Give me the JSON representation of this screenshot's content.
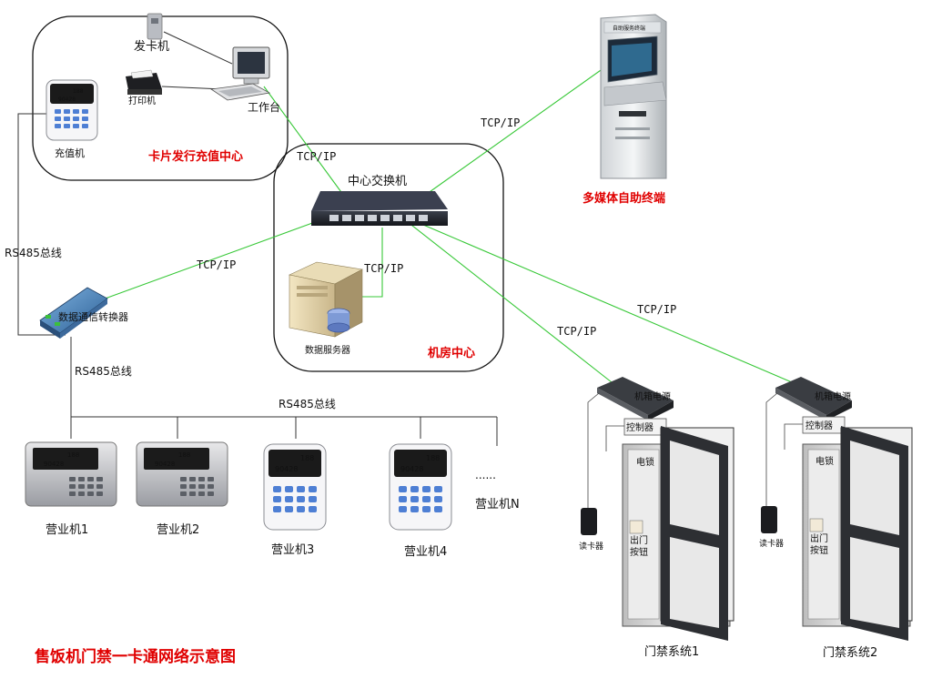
{
  "title": "售饭机门禁一卡通网络示意图",
  "colors": {
    "network_link": "#37c837",
    "bus_line": "#333333",
    "accent_red": "#e00000"
  },
  "zones": {
    "card_center": "卡片发行充值中心",
    "server_room": "机房中心"
  },
  "devices": {
    "card_issuer": "发卡机",
    "printer": "打印机",
    "workstation": "工作台",
    "recharger": "充值机",
    "switch": "中心交换机",
    "data_server": "数据服务器",
    "converter": "数据通信转换器",
    "kiosk": "多媒体自助终端",
    "kiosk_screen_text": "自助服务终端"
  },
  "links": {
    "tcpip_workstation": "TCP/IP",
    "tcpip_kiosk": "TCP/IP",
    "tcpip_server": "TCP/IP",
    "tcpip_converter": "TCP/IP",
    "tcpip_access1": "TCP/IP",
    "tcpip_access2": "TCP/IP",
    "rs485_left": "RS485总线",
    "rs485_converter": "RS485总线",
    "rs485_bus": "RS485总线"
  },
  "pos_terminals": [
    {
      "label": "营业机1",
      "digits_top": "188",
      "digits_bottom": "90428"
    },
    {
      "label": "营业机2",
      "digits_top": "188",
      "digits_bottom": "90428"
    },
    {
      "label": "营业机3",
      "digits_top": "188",
      "digits_bottom": "90428"
    },
    {
      "label": "营业机4",
      "digits_top": "188",
      "digits_bottom": "90428"
    },
    {
      "label": "营业机N"
    }
  ],
  "recharger_display": {
    "digits_top": "188",
    "digits_bottom": "90428"
  },
  "ellipsis": "......",
  "access_systems": [
    {
      "label": "门禁系统1",
      "power": "机箱电源",
      "controller": "控制器",
      "lock": "电锁",
      "reader": "读卡器",
      "exit_button": [
        "出门",
        "按钮"
      ]
    },
    {
      "label": "门禁系统2",
      "power": "机箱电源",
      "controller": "控制器",
      "lock": "电锁",
      "reader": "读卡器",
      "exit_button": [
        "出门",
        "按钮"
      ]
    }
  ]
}
